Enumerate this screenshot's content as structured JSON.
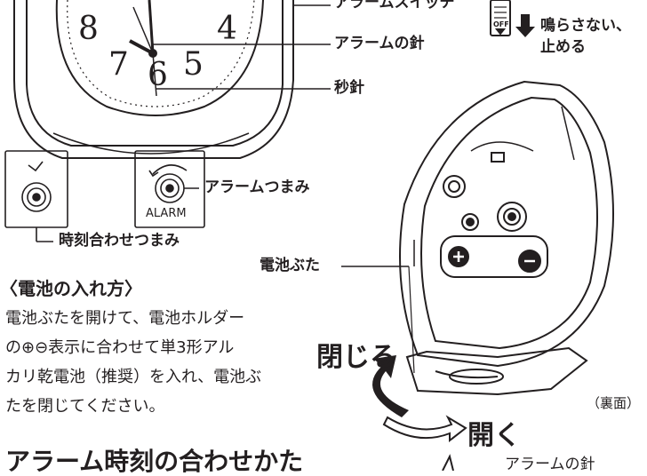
{
  "labels": {
    "alarm_switch": "アラームスイッチ",
    "alarm_hand": "アラームの針",
    "second_hand": "秒針",
    "switch_action_line1": "鳴らさない、",
    "switch_action_line2": "止める",
    "switch_off": "OFF",
    "alarm_knob": "アラームつまみ",
    "alarm_knob_plate": "ALARM",
    "time_set_knob": "時刻合わせつまみ",
    "battery_cover": "電池ぶた",
    "close": "閉じる",
    "open": "開く",
    "back_side": "（裏面）",
    "bottom_alarm_hand": "アラームの針"
  },
  "dial_numerals": [
    "8",
    "4",
    "7",
    "6",
    "5"
  ],
  "battery_section": {
    "heading": "〈電池の入れ方〉",
    "body_lines": [
      "電池ぶたを開けて、電池ホルダー",
      "の⊕⊖表示に合わせて単3形アル",
      "カリ乾電池（推奨）を入れ、電池ぶ",
      "たを閉じてください。"
    ]
  },
  "alarm_section": {
    "heading": "アラーム時刻の合わせかた"
  },
  "colors": {
    "ink": "#231f20",
    "paper": "#ffffff"
  }
}
